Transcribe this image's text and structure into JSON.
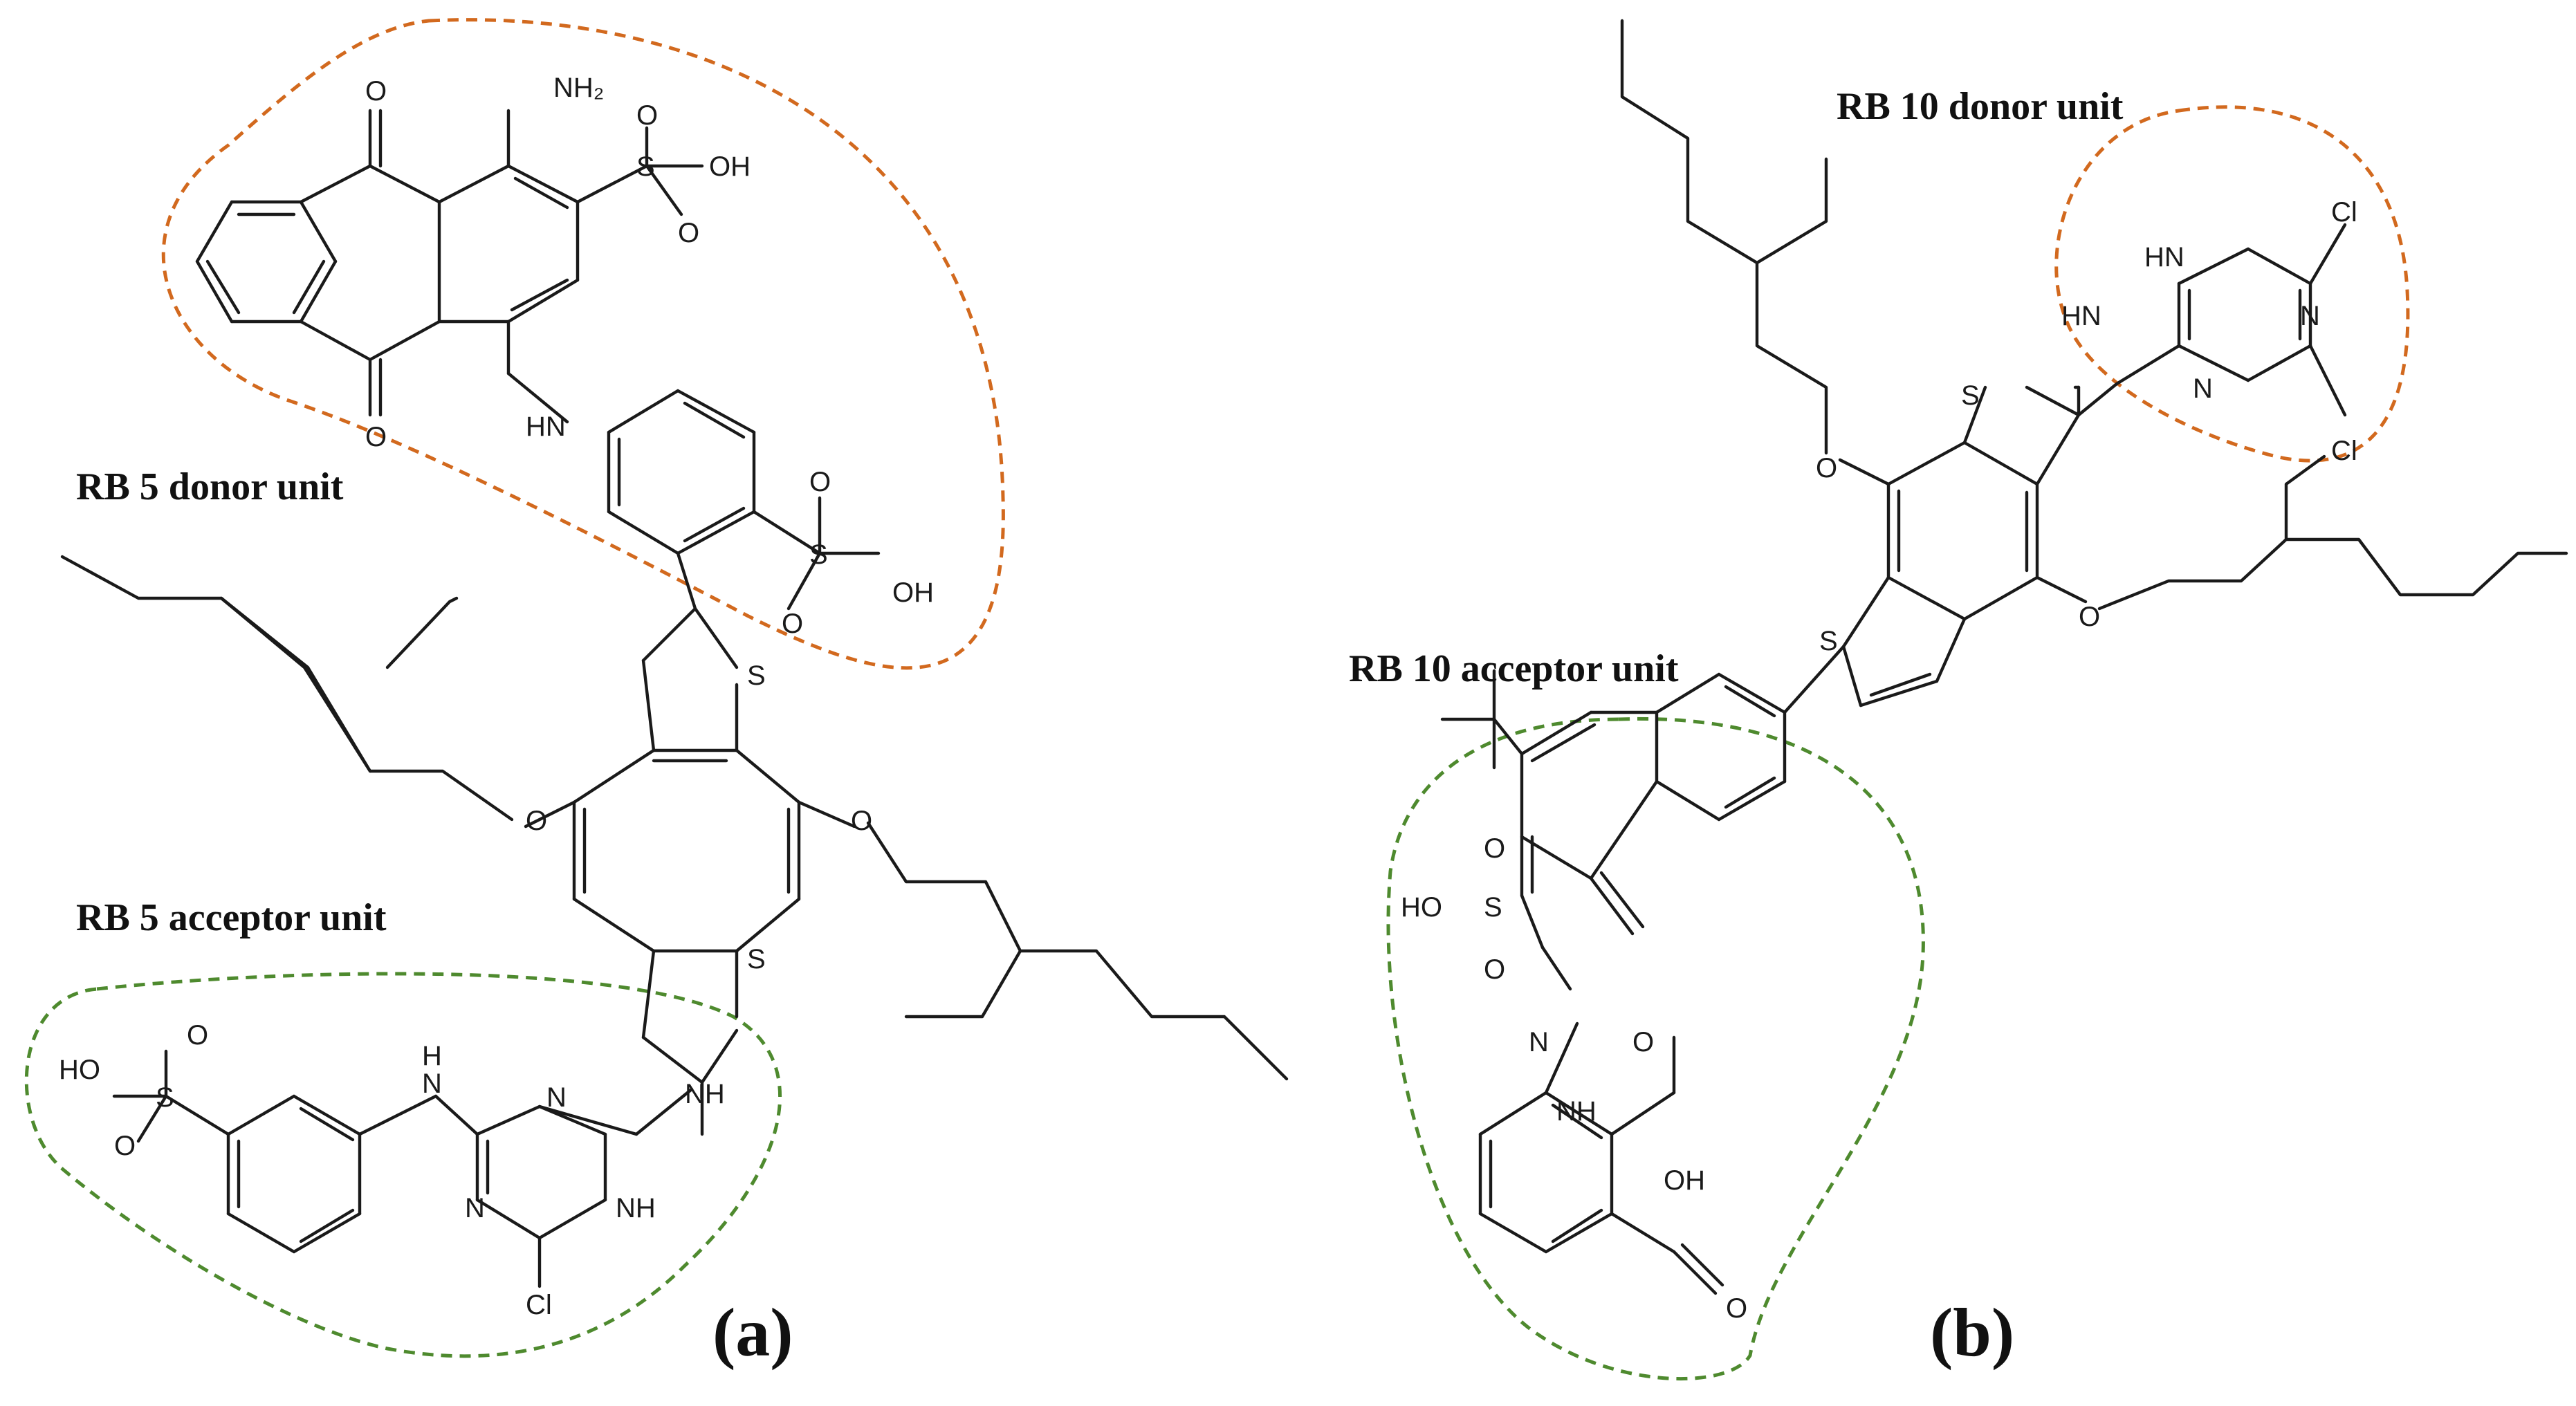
{
  "colors": {
    "donor_outline": "#D2691E",
    "acceptor_outline": "#4E8A2E",
    "ink": "#1a1a1a"
  },
  "panel_a": {
    "label": "(a)",
    "donor_caption": "RB 5 donor unit",
    "acceptor_caption": "RB 5 acceptor unit",
    "atoms": {
      "nh2": "NH₂",
      "hn_bridge": "HN",
      "o_quinone": "O",
      "s": "S",
      "o": "O",
      "oh": "OH",
      "ho": "HO",
      "nh": "NH",
      "h": "H",
      "n": "N",
      "cl": "Cl"
    }
  },
  "panel_b": {
    "label": "(b)",
    "donor_caption": "RB 10 donor unit",
    "acceptor_caption": "RB 10 acceptor unit",
    "atoms": {
      "hn": "HN",
      "n": "N",
      "cl": "Cl",
      "s": "S",
      "o": "O",
      "ho": "HO",
      "oh": "OH",
      "nh": "NH"
    }
  }
}
